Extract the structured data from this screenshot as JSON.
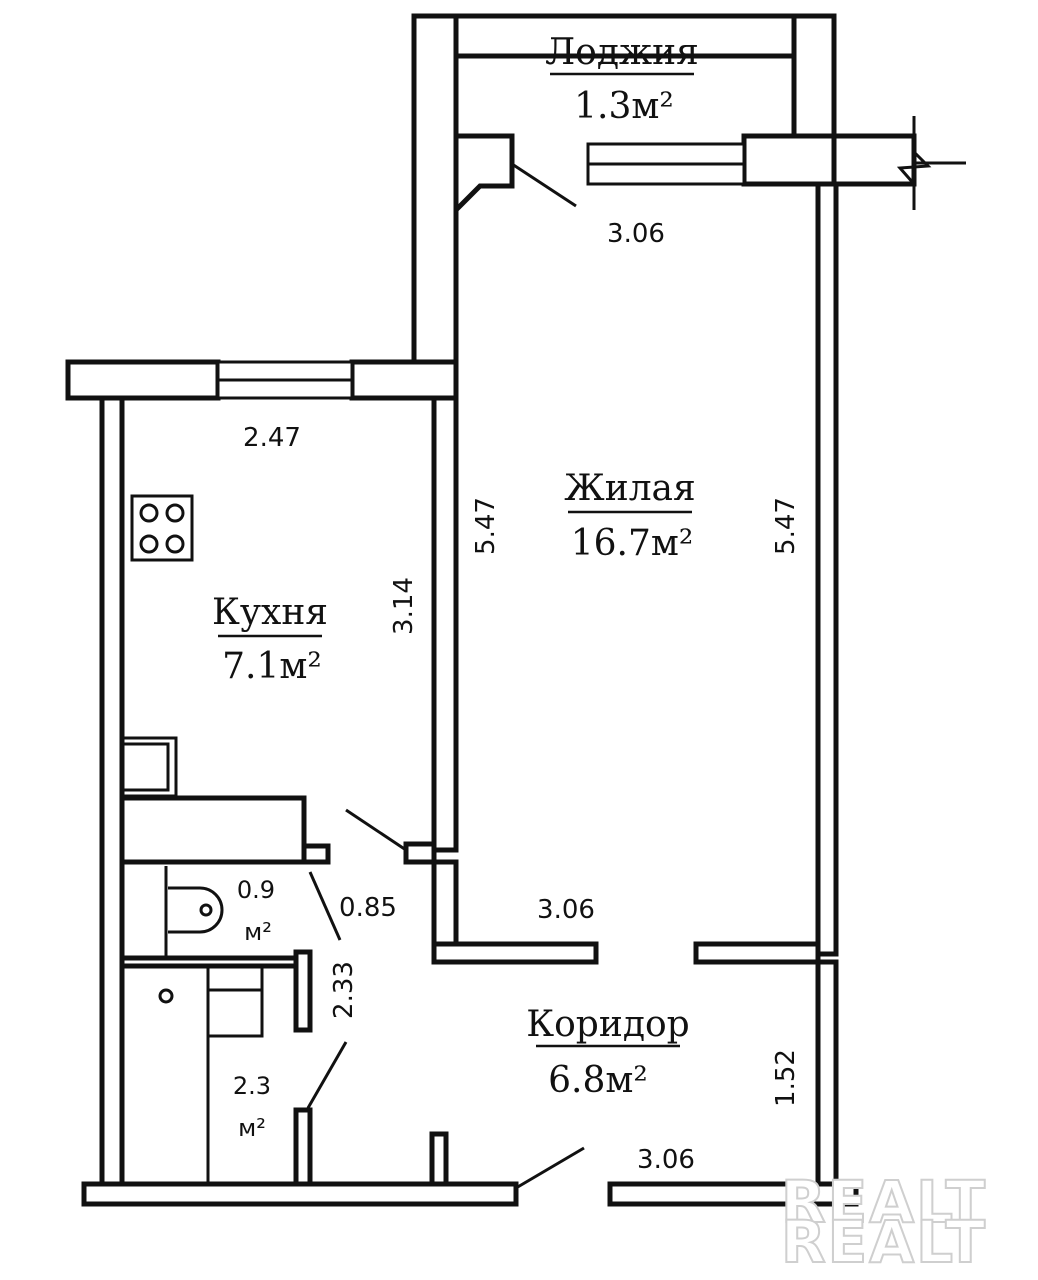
{
  "rooms": {
    "loggia": {
      "name": "Лоджия",
      "area": "1.3м²"
    },
    "living": {
      "name": "Жилая",
      "area": "16.7м²"
    },
    "kitchen": {
      "name": "Кухня",
      "area": "7.1м²"
    },
    "corridor": {
      "name": "Коридор",
      "area": "6.8м²"
    },
    "toilet": {
      "area_value": "0.9",
      "area_unit": "м²"
    },
    "bathroom": {
      "area_value": "2.3",
      "area_unit": "м²"
    }
  },
  "dimensions": {
    "living_top": "3.06",
    "living_left": "5.47",
    "living_right": "5.47",
    "living_bottom": "3.06",
    "kitchen_top": "2.47",
    "kitchen_right": "3.14",
    "toilet_width": "0.85",
    "bath_length": "2.33",
    "corridor_right": "1.52",
    "corridor_bottom": "3.06"
  },
  "watermark": "REALT"
}
